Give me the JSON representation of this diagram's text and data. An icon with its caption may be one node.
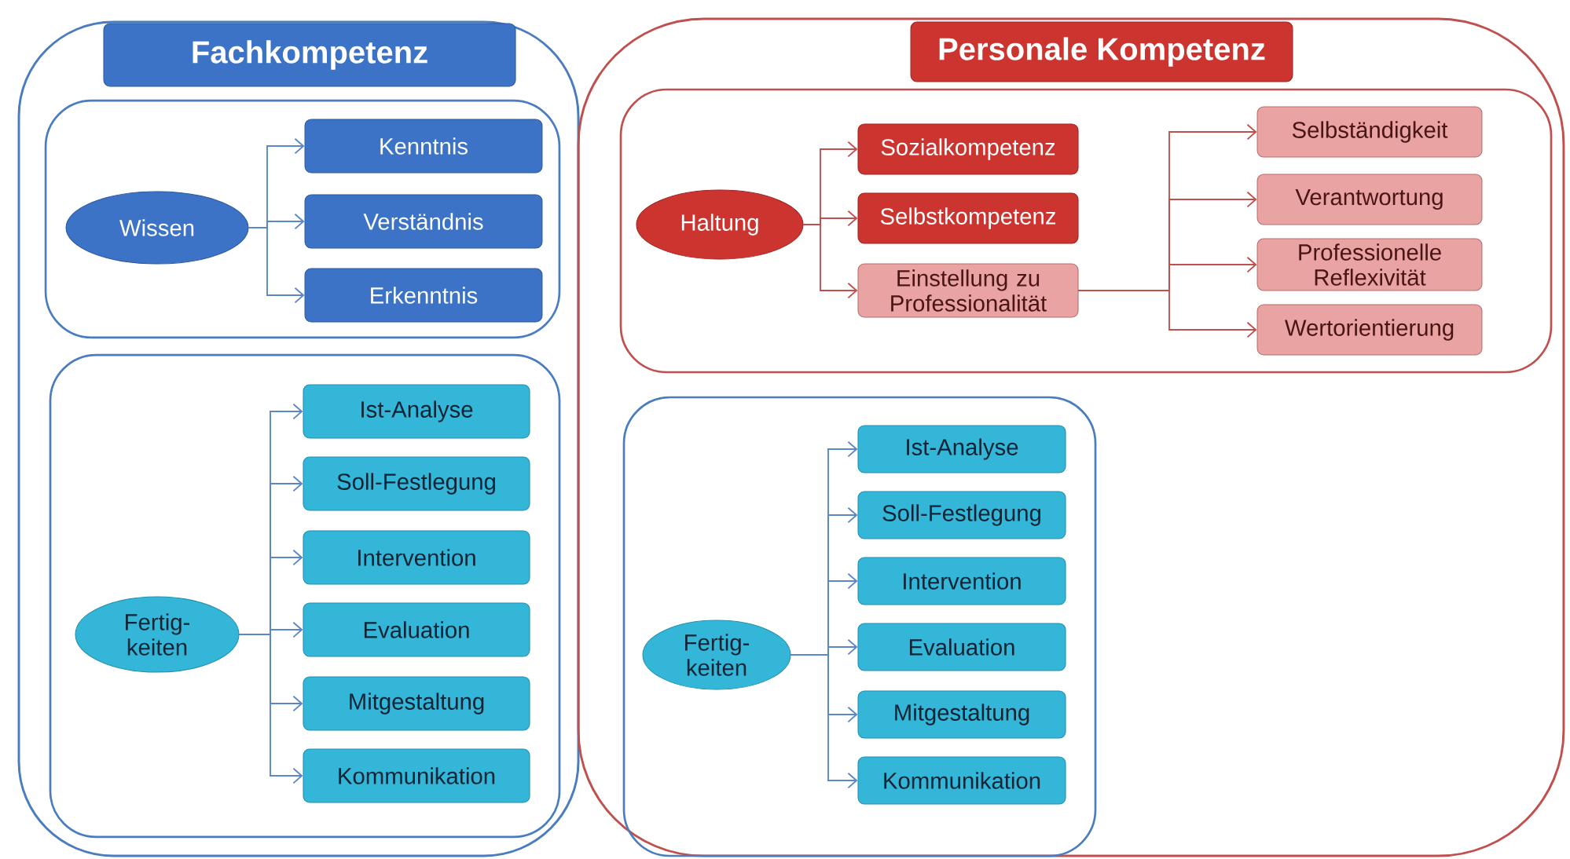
{
  "diagram": {
    "nodes": [
      {
        "text": [
          "Fachkompetenz"
        ]
      },
      {
        "text": [],
        "shape": "box",
        "in": 0
      },
      {
        "text": [
          "Wissen"
        ],
        "in": 1
      },
      {
        "text": [
          "Kenntnis"
        ],
        "in": 1
      },
      {
        "text": [
          "Verständnis"
        ],
        "in": 1
      },
      {
        "text": [
          "Erkenntnis"
        ],
        "in": 1
      },
      {
        "text": [],
        "shape": "box",
        "in": 0
      },
      {
        "text": [
          "Fertig- keiten"
        ],
        "in": 6
      },
      {
        "text": [
          "Ist-Analyse"
        ],
        "in": 6
      },
      {
        "text": [
          "Soll-Festlegung"
        ],
        "in": 6
      },
      {
        "text": [
          "Intervention"
        ],
        "in": 6
      },
      {
        "text": [
          "Evaluation"
        ],
        "in": 6
      },
      {
        "text": [
          "Mitgestaltung"
        ],
        "in": 6
      },
      {
        "text": [
          "Kommunikation"
        ],
        "in": 6
      },
      {
        "text": [
          "Personale Kompetenz"
        ]
      },
      {
        "text": [],
        "shape": "box",
        "in": 14
      },
      {
        "text": [
          "Haltung"
        ],
        "in": 15
      },
      {
        "text": [
          "Sozialkompetenz"
        ],
        "in": 15
      },
      {
        "text": [
          "Selbstkompetenz"
        ],
        "in": 15
      },
      {
        "text": [
          "Einstellung zu Professionalität"
        ],
        "in": 15
      },
      {
        "text": [
          "Selbständigkeit"
        ],
        "in": 15
      },
      {
        "text": [
          "Verantwortung"
        ],
        "in": 15
      },
      {
        "text": [
          "Professionelle Reflexivität"
        ],
        "in": 15
      },
      {
        "text": [
          "Wertorientierung"
        ],
        "in": 15
      },
      {
        "text": [],
        "shape": "box",
        "in": 14
      },
      {
        "text": [
          "Fertig- keiten"
        ],
        "in": 24
      },
      {
        "text": [
          "Ist-Analyse"
        ],
        "in": 24
      },
      {
        "text": [
          "Soll-Festlegung"
        ],
        "in": 24
      },
      {
        "text": [
          "Intervention"
        ],
        "in": 24
      },
      {
        "text": [
          "Evaluation"
        ],
        "in": 24
      },
      {
        "text": [
          "Mitgestaltung"
        ],
        "in": 24
      },
      {
        "text": [
          "Kommunikation"
        ],
        "in": 24
      }
    ],
    "edges": [
      {
        "from": 2,
        "to": 3,
        "arrow": "to"
      },
      {
        "from": 2,
        "to": 4,
        "arrow": "to"
      },
      {
        "from": 2,
        "to": 5,
        "arrow": "to"
      },
      {
        "from": 7,
        "to": 8,
        "arrow": "to"
      },
      {
        "from": 7,
        "to": 9,
        "arrow": "to"
      },
      {
        "from": 7,
        "to": 10,
        "arrow": "to"
      },
      {
        "from": 7,
        "to": 11,
        "arrow": "to"
      },
      {
        "from": 7,
        "to": 12,
        "arrow": "to"
      },
      {
        "from": 7,
        "to": 13,
        "arrow": "to"
      },
      {
        "from": 16,
        "to": 17,
        "arrow": "to",
        "color": "#c0504d"
      },
      {
        "from": 16,
        "to": 18,
        "arrow": "to",
        "color": "#c0504d"
      },
      {
        "from": 16,
        "to": 19,
        "arrow": "to",
        "color": "#c0504d"
      },
      {
        "from": 19,
        "to": 20,
        "arrow": "to",
        "color": "#c0504d"
      },
      {
        "from": 19,
        "to": 21,
        "arrow": "to",
        "color": "#c0504d"
      },
      {
        "from": 19,
        "to": 22,
        "arrow": "to",
        "color": "#c0504d"
      },
      {
        "from": 19,
        "to": 23,
        "arrow": "to",
        "color": "#c0504d"
      },
      {
        "from": 25,
        "to": 26,
        "arrow": "to"
      },
      {
        "from": 25,
        "to": 27,
        "arrow": "to"
      },
      {
        "from": 25,
        "to": 28,
        "arrow": "to"
      },
      {
        "from": 25,
        "to": 29,
        "arrow": "to"
      },
      {
        "from": 25,
        "to": 30,
        "arrow": "to"
      },
      {
        "from": 25,
        "to": 31,
        "arrow": "to"
      }
    ]
  }
}
